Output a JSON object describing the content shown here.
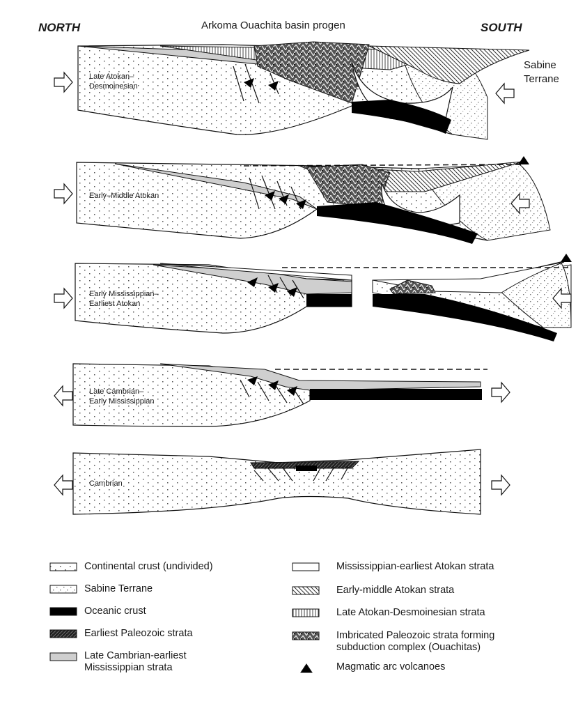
{
  "header": {
    "north": "NORTH",
    "south": "SOUTH",
    "title": "Arkoma Ouachita basin progen"
  },
  "sabine_label": [
    "Sabine",
    "Terrane"
  ],
  "stages": [
    {
      "id": "late-atokan-desmoinesian",
      "lines": [
        "Late Atokan–",
        "Desmoinesian"
      ]
    },
    {
      "id": "early-middle-atokan",
      "lines": [
        "Early–Middle Atokan"
      ]
    },
    {
      "id": "early-mississippian-earliest-atokan",
      "lines": [
        "Early Mississippian–",
        "Earliest Atokan"
      ]
    },
    {
      "id": "late-cambrian-early-mississippian",
      "lines": [
        "Late Cambrian–",
        "Early Mississippian"
      ]
    },
    {
      "id": "cambrian",
      "lines": [
        "Cambrian"
      ]
    }
  ],
  "legend": [
    {
      "id": "continental-crust",
      "lines": [
        "Continental crust (undivided)"
      ],
      "swatch": "dots"
    },
    {
      "id": "sabine-terrane",
      "lines": [
        "Sabine Terrane"
      ],
      "swatch": "dashes"
    },
    {
      "id": "oceanic-crust",
      "lines": [
        "Oceanic crust"
      ],
      "swatch": "black"
    },
    {
      "id": "earliest-paleozoic",
      "lines": [
        "Earliest Paleozoic strata"
      ],
      "swatch": "darkhatch"
    },
    {
      "id": "late-cambrian-mississippian",
      "lines": [
        "Late Cambrian-earliest",
        "Mississippian strata"
      ],
      "swatch": "lightgray"
    },
    {
      "id": "mississippian-atokan",
      "lines": [
        "Mississippian-earliest Atokan strata"
      ],
      "swatch": "white"
    },
    {
      "id": "early-middle-atokan-strata",
      "lines": [
        "Early-middle Atokan strata"
      ],
      "swatch": "diag"
    },
    {
      "id": "late-atokan-desmoinesian-strata",
      "lines": [
        "Late Atokan-Desmoinesian strata"
      ],
      "swatch": "vert"
    },
    {
      "id": "imbricated-paleozoic",
      "lines": [
        "Imbricated Paleozoic strata forming",
        "subduction complex (Ouachitas)"
      ],
      "swatch": "imbricate"
    },
    {
      "id": "magmatic-arc",
      "lines": [
        "Magmatic arc volcanoes"
      ],
      "swatch": "volcano"
    }
  ]
}
